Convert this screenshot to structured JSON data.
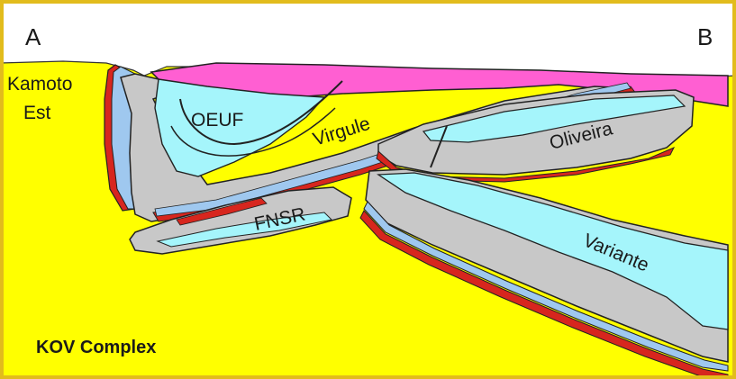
{
  "section": {
    "start_label": "A",
    "end_label": "B"
  },
  "units": {
    "kamoto_est": "Kamoto\nEst",
    "oeuf": "OEUF",
    "virgule": "Virgule",
    "oliveira": "Oliveira",
    "fnsr": "FNSR",
    "variante": "Variante",
    "complex": "KOV Complex"
  },
  "colors": {
    "host": "#ffff00",
    "cover": "#ff5fd2",
    "core_grey": "#c8c8c8",
    "cyan": "#a5f5fb",
    "blue_band": "#9fc8ef",
    "red_band": "#d7261e",
    "frame": "#e2bc1c",
    "outline": "#1b1b1b"
  }
}
